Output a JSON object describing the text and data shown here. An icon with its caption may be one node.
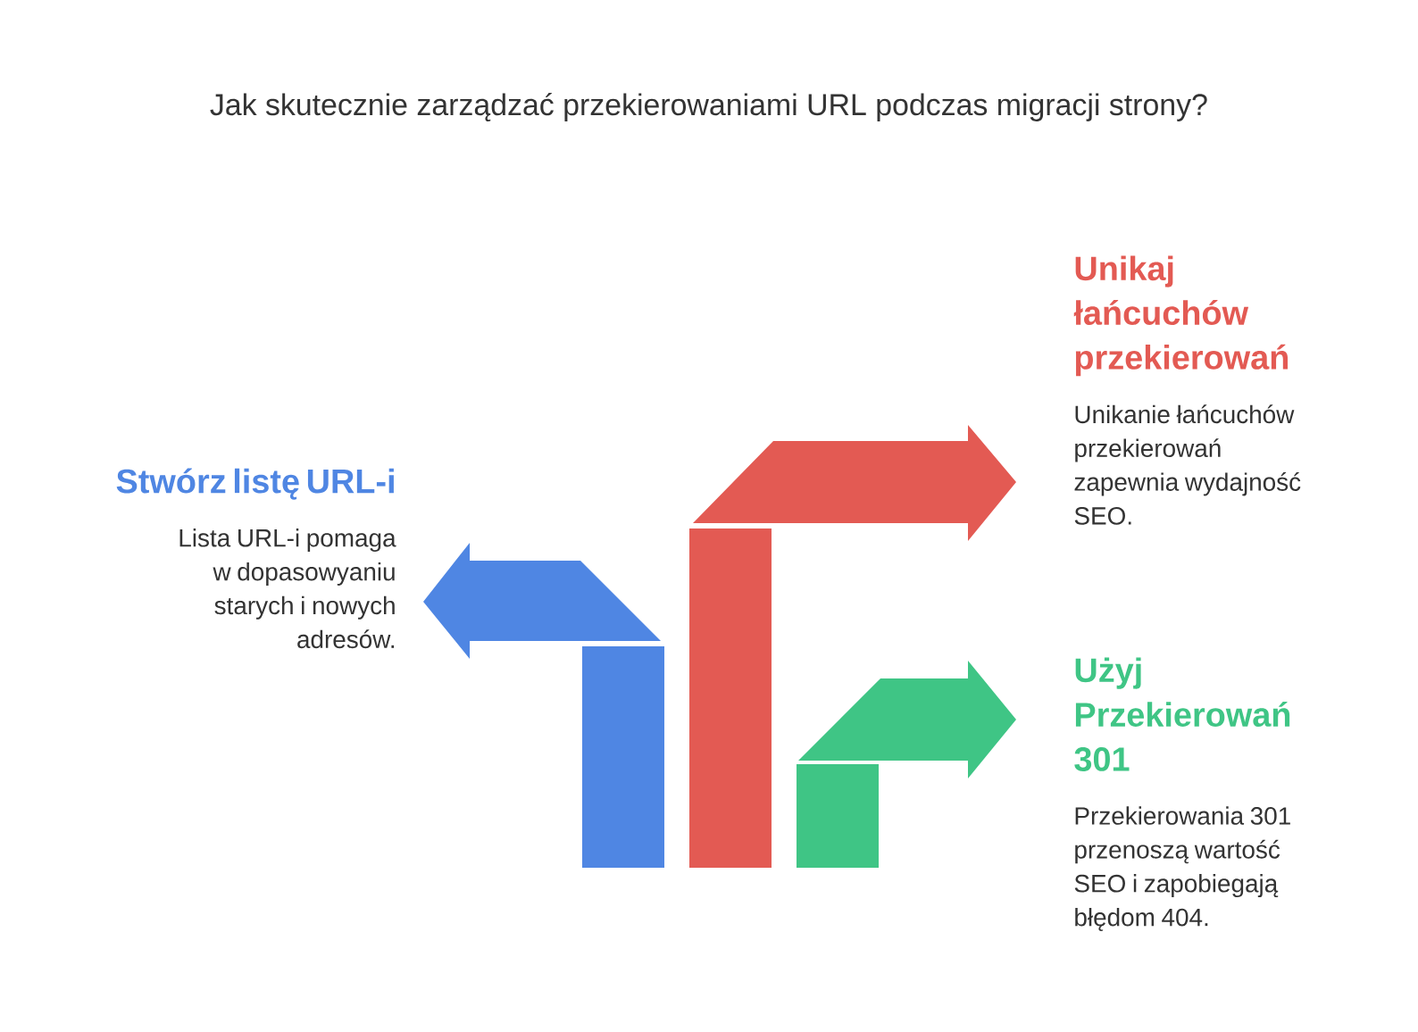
{
  "diagram": {
    "title": "Jak skutecznie zarządzać przekierowaniami URL podczas migracji strony?",
    "nodes": [
      {
        "text": [
          "Stwórz listę URL-i",
          "Lista URL-i pomaga w dopasowyaniu starych i nowych adresów."
        ]
      },
      {
        "text": [
          "Unikaj łańcuchów przekierowań",
          "Unikanie łańcuchów przekierowań zapewnia wydajność SEO."
        ]
      },
      {
        "text": [
          "Użyj Przekierowań 301",
          "Przekierowania 301 przenoszą wartość SEO i zapobiegają błędom 404."
        ]
      }
    ]
  }
}
